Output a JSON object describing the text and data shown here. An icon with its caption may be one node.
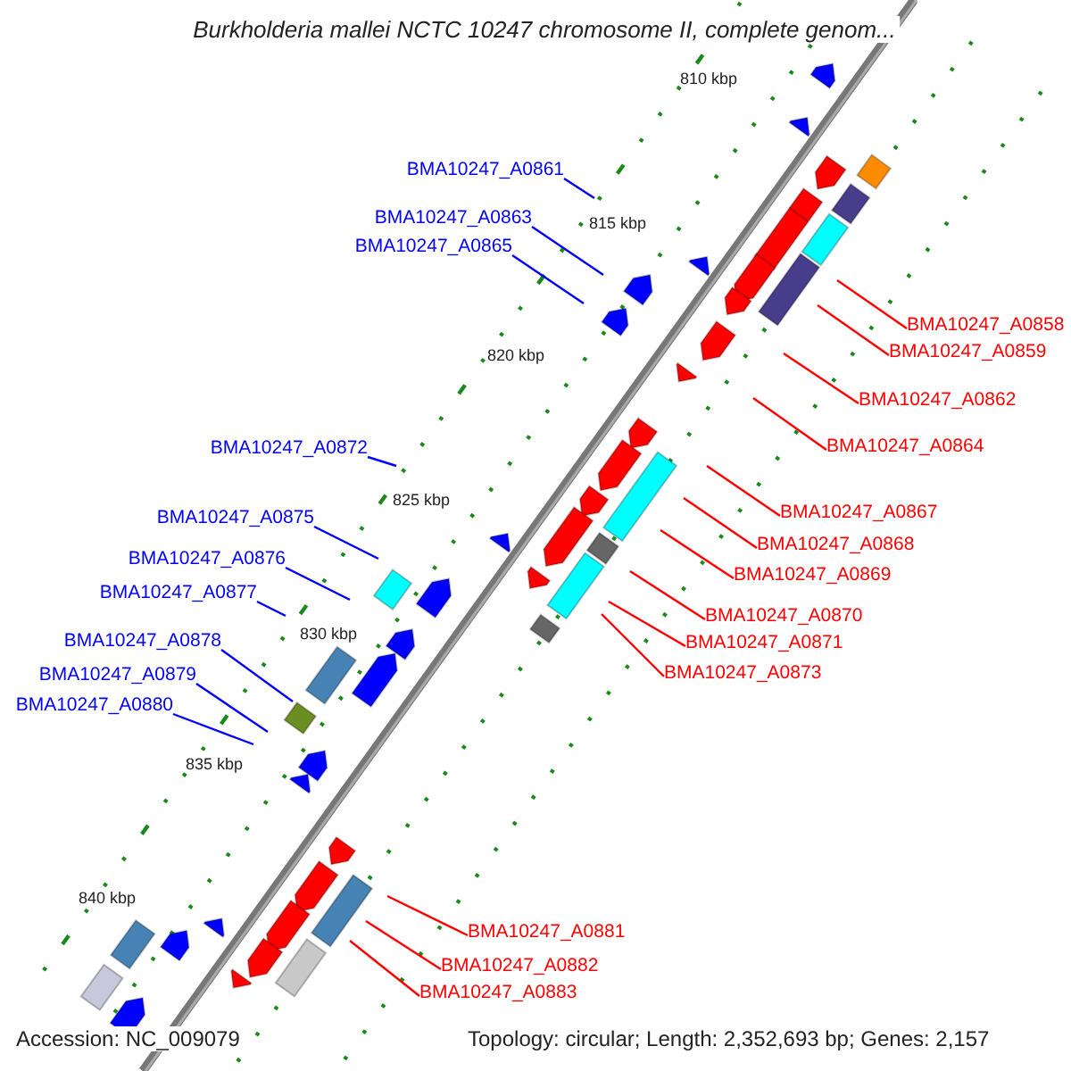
{
  "diagram": {
    "title": "Burkholderia mallei NCTC 10247 chromosome II, complete genom...",
    "nodes": [
      {
        "text": [
          "BMA10247_A0861"
        ]
      },
      {
        "text": [
          "BMA10247_A0863"
        ]
      },
      {
        "text": [
          "BMA10247_A0865"
        ]
      },
      {
        "text": [
          "BMA10247_A0872"
        ]
      },
      {
        "text": [
          "BMA10247_A0875"
        ]
      },
      {
        "text": [
          "BMA10247_A0876"
        ]
      },
      {
        "text": [
          "BMA10247_A0877"
        ]
      },
      {
        "text": [
          "BMA10247_A0878"
        ]
      },
      {
        "text": [
          "BMA10247_A0879"
        ]
      },
      {
        "text": [
          "BMA10247_A0880"
        ]
      },
      {
        "text": [
          "BMA10247_A0858"
        ]
      },
      {
        "text": [
          "BMA10247_A0859"
        ]
      },
      {
        "text": [
          "BMA10247_A0862"
        ]
      },
      {
        "text": [
          "BMA10247_A0864"
        ]
      },
      {
        "text": [
          "BMA10247_A0867"
        ]
      },
      {
        "text": [
          "BMA10247_A0868"
        ]
      },
      {
        "text": [
          "BMA10247_A0869"
        ]
      },
      {
        "text": [
          "BMA10247_A0870"
        ]
      },
      {
        "text": [
          "BMA10247_A0871"
        ]
      },
      {
        "text": [
          "BMA10247_A0873"
        ]
      },
      {
        "text": [
          "BMA10247_A0881"
        ]
      },
      {
        "text": [
          "BMA10247_A0882"
        ]
      },
      {
        "text": [
          "BMA10247_A0883"
        ]
      }
    ],
    "edges": [
      {
        "from": 0,
        "to": null,
        "arrow": "none",
        "color": "#0000ff"
      },
      {
        "from": 1,
        "to": null,
        "arrow": "none",
        "color": "#0000ff"
      },
      {
        "from": 2,
        "to": null,
        "arrow": "none",
        "color": "#0000ff"
      },
      {
        "from": 3,
        "to": null,
        "arrow": "none",
        "color": "#0000ff"
      },
      {
        "from": 4,
        "to": null,
        "arrow": "none",
        "color": "#0000ff"
      },
      {
        "from": 5,
        "to": null,
        "arrow": "none",
        "color": "#0000ff"
      },
      {
        "from": 6,
        "to": null,
        "arrow": "none",
        "color": "#0000ff"
      },
      {
        "from": 7,
        "to": null,
        "arrow": "none",
        "color": "#0000ff"
      },
      {
        "from": 8,
        "to": null,
        "arrow": "none",
        "color": "#0000ff"
      },
      {
        "from": 9,
        "to": null,
        "arrow": "none",
        "color": "#0000ff"
      },
      {
        "from": 10,
        "to": null,
        "arrow": "none"
      },
      {
        "from": 11,
        "to": null,
        "arrow": "none"
      },
      {
        "from": 12,
        "to": null,
        "arrow": "none"
      },
      {
        "from": 13,
        "to": null,
        "arrow": "none"
      },
      {
        "from": 14,
        "to": null,
        "arrow": "none"
      },
      {
        "from": 15,
        "to": null,
        "arrow": "none"
      },
      {
        "from": 16,
        "to": null,
        "arrow": "none"
      },
      {
        "from": 17,
        "to": null,
        "arrow": "none"
      },
      {
        "from": 18,
        "to": null,
        "arrow": "none"
      },
      {
        "from": 19,
        "to": null,
        "arrow": "none"
      },
      {
        "from": 20,
        "to": null,
        "arrow": "none"
      },
      {
        "from": 21,
        "to": null,
        "arrow": "none"
      },
      {
        "from": 22,
        "to": null,
        "arrow": "none"
      }
    ],
    "labels": [
      "810 kbp",
      "815 kbp",
      "820 kbp",
      "825 kbp",
      "830 kbp",
      "835 kbp",
      "840 kbp",
      "Accession: NC_009079",
      "Topology: circular; Length: 2,352,693 bp; Genes: 2,157"
    ]
  }
}
